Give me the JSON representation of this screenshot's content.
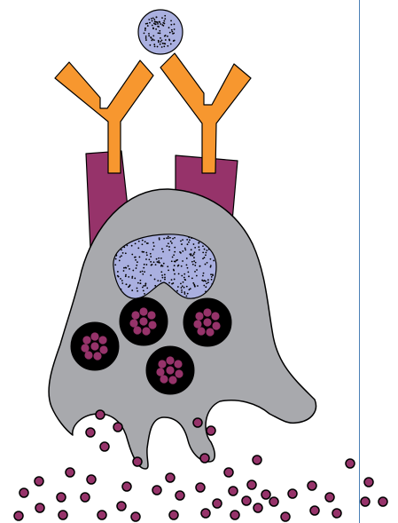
{
  "figure": {
    "kind": "mast-cell-degranulation-illustration",
    "texts": [],
    "colors": {
      "background": "#ffffff",
      "divider": "#4a7fb5",
      "outline": "#000000",
      "antigen_fill": "#aab0e0",
      "antibody_fill": "#f7972f",
      "receptor_fill": "#96336a",
      "cell_fill": "#a8a9ad",
      "nucleus_fill": "#aab0e0",
      "granule_fill": "#000000",
      "mediator_fill": "#96336a",
      "speckle": "#000000"
    },
    "counts": {
      "antibodies": 2,
      "receptors": 2,
      "granules": 4,
      "free_mediators": 47
    }
  }
}
